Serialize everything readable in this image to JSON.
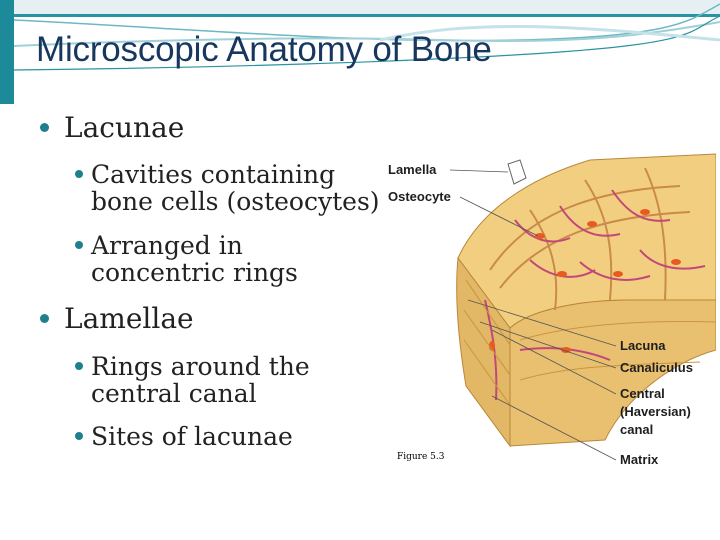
{
  "slide": {
    "title": "Microscopic Anatomy of Bone",
    "bullets": [
      {
        "label": "Lacunae",
        "sub": [
          [
            "Cavities containing",
            "bone cells (osteocytes)"
          ],
          [
            "Arranged in",
            "concentric rings"
          ]
        ]
      },
      {
        "label": "Lamellae",
        "sub": [
          [
            "Rings around the",
            "central canal"
          ],
          [
            "Sites of lacunae"
          ]
        ]
      }
    ]
  },
  "figure": {
    "labels": {
      "lamella": "Lamella",
      "osteocyte": "Osteocyte",
      "lacuna": "Lacuna",
      "canaliculus": "Canaliculus",
      "central": "Central",
      "haversian": "(Haversian)",
      "canal": "canal",
      "matrix": "Matrix"
    },
    "caption": "Figure 5.3"
  }
}
